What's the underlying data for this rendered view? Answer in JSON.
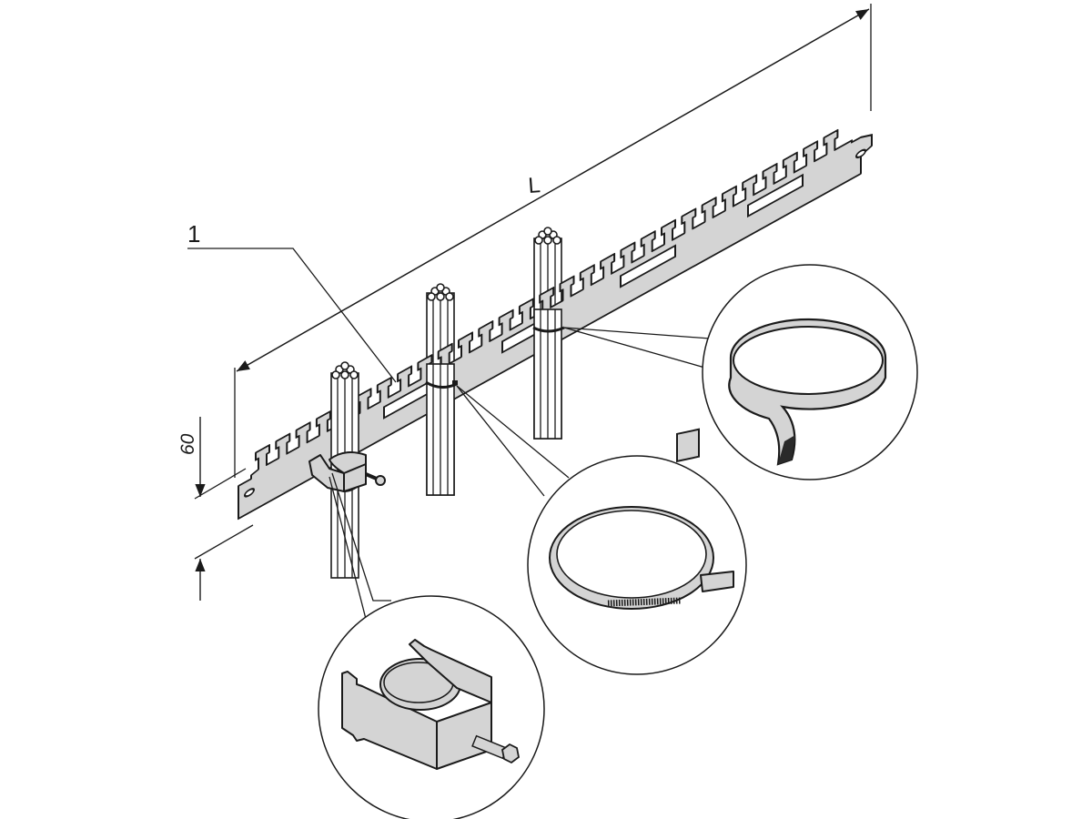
{
  "diagram": {
    "kind": "isometric technical drawing",
    "labels": {
      "part_number": "1",
      "length_dimension": "L",
      "height_dimension": "60"
    },
    "components": [
      {
        "id": "cable-clamp-rail",
        "callout": "1"
      },
      {
        "id": "cable-bundle-clamp"
      },
      {
        "id": "cable-bundle-tie"
      },
      {
        "id": "cable-bundle-strap"
      }
    ],
    "detail_views": [
      "saddle-clamp-with-bolt",
      "cable-tie",
      "hook-and-loop-strap"
    ],
    "colors": {
      "line": "#1a1a1a",
      "metal_fill": "#d4d4d4",
      "background": "#ffffff"
    }
  }
}
